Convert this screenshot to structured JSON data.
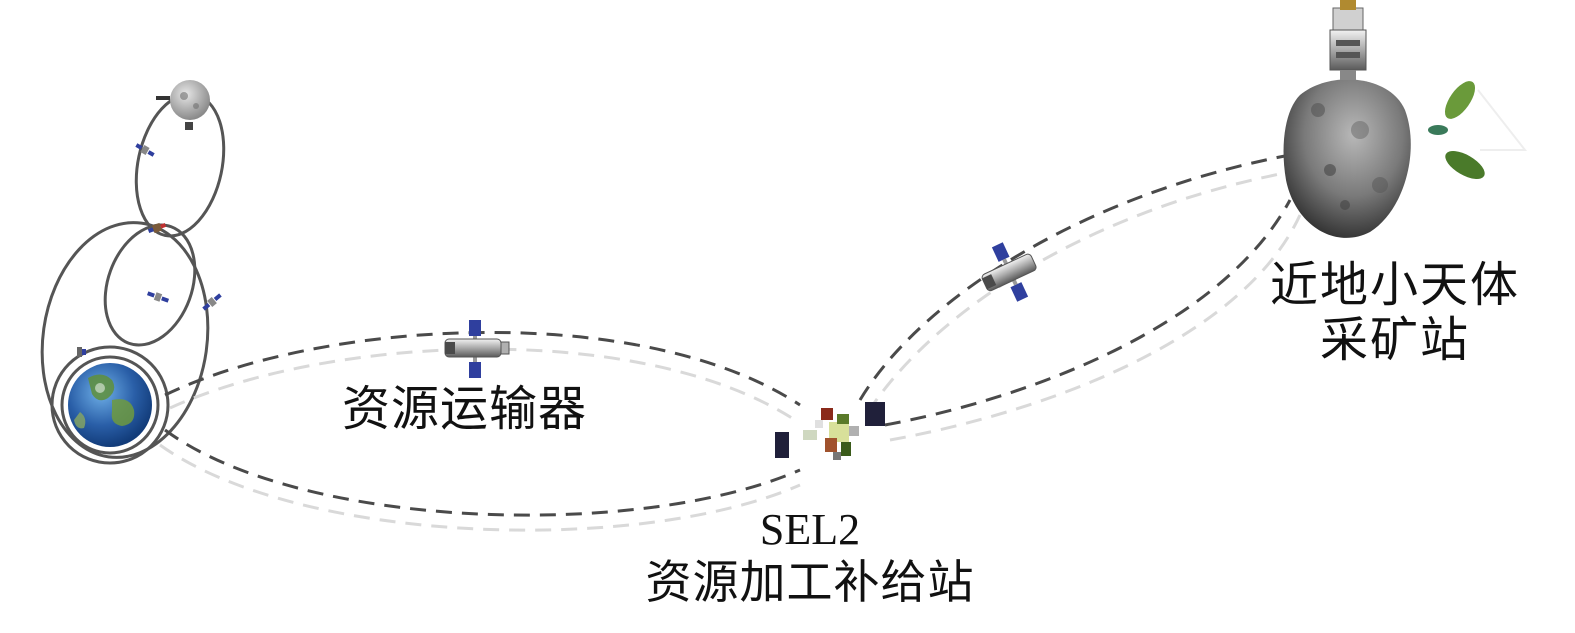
{
  "labels": {
    "transporter": "资源运输器",
    "sel2_code": "SEL2",
    "sel2_name": "资源加工补给站",
    "mining_line1": "近地小天体",
    "mining_line2": "采矿站"
  },
  "colors": {
    "orbit": "#555555",
    "route_dark": "#4a4a4a",
    "route_light": "#d9d9d9",
    "solar_panel": "#2f3f9e",
    "earth_ocean": "#2a5fa8",
    "earth_land": "#5f8f3a",
    "asteroid": "#7a7a7a"
  },
  "icons": [
    "earth-icon",
    "moon-icon",
    "satellite-icon",
    "asteroid-icon",
    "space-station-icon",
    "mining-drill-icon",
    "transporter-icon"
  ]
}
